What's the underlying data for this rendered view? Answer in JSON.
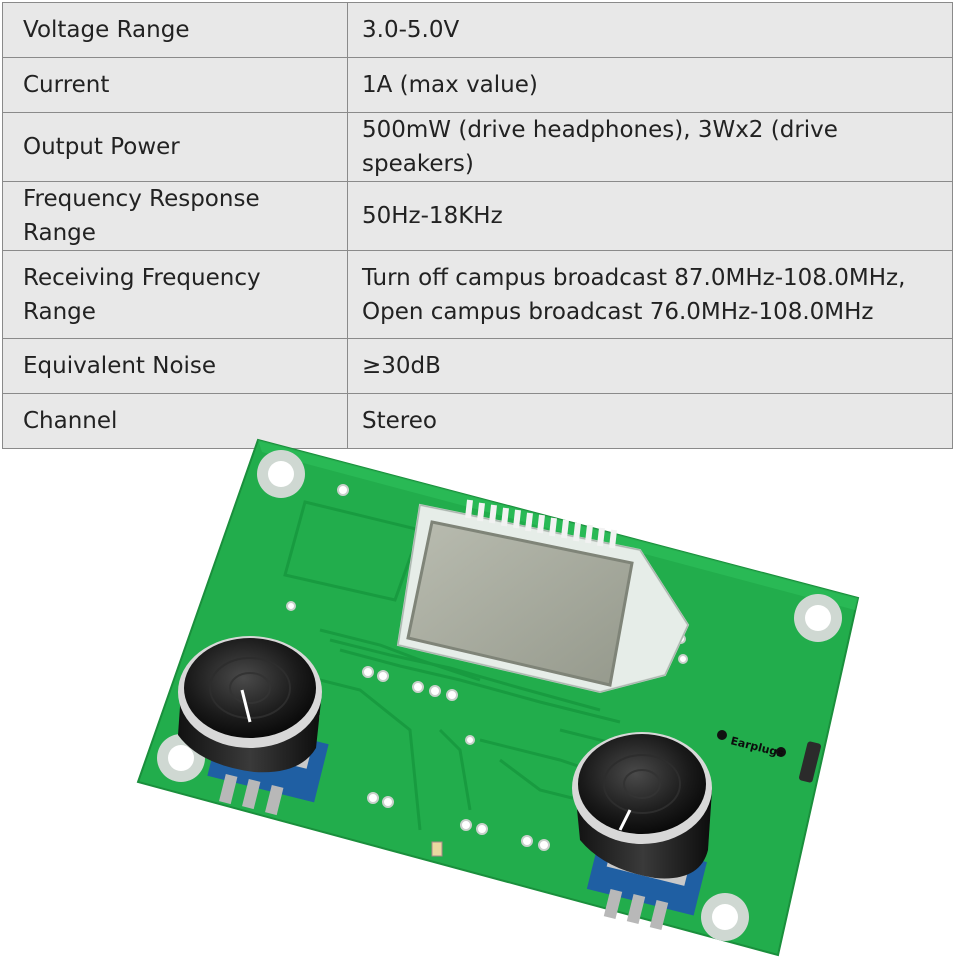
{
  "specs": [
    {
      "label": "Voltage Range",
      "value": [
        "3.0-5.0V"
      ]
    },
    {
      "label": "Current",
      "value": [
        "1A (max value)"
      ]
    },
    {
      "label": "Output Power",
      "value": [
        "500mW (drive headphones), 3Wx2 (drive speakers)"
      ]
    },
    {
      "label": "Frequency Response Range",
      "value": [
        "50Hz-18KHz"
      ]
    },
    {
      "label": "Receiving Frequency Range",
      "value": [
        "Turn off campus broadcast 87.0MHz-108.0MHz,",
        "Open campus broadcast 76.0MHz-108.0MHz"
      ]
    },
    {
      "label": "Equivalent Noise",
      "value": [
        "≥30dB"
      ]
    },
    {
      "label": "Channel",
      "value": [
        "Stereo"
      ]
    }
  ],
  "board": {
    "earplugs_label": "Earplugs",
    "pcb_color": "#1fa84a",
    "lcd_color": "#a9ad9f"
  }
}
